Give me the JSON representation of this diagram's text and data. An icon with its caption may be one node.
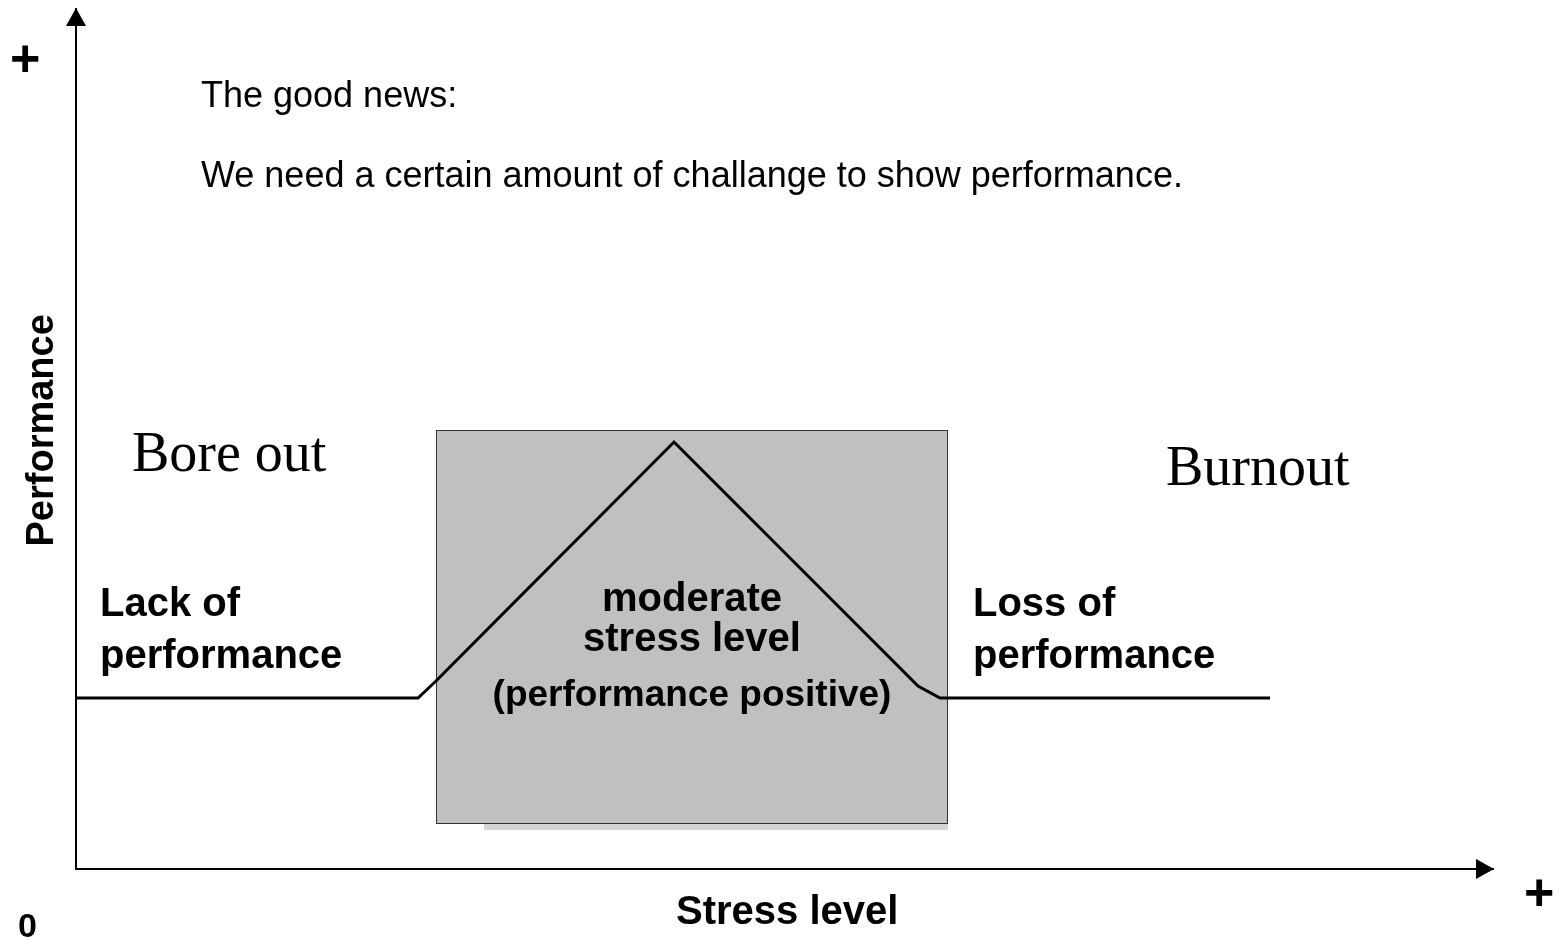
{
  "diagram": {
    "nodes": [
      {
        "text": [
          "moderate stress level",
          "(performance positive)"
        ]
      }
    ],
    "labels": [
      "+",
      "The good news:",
      "We need a certain amount of challange to show performance.",
      "Performance",
      "Bore out",
      "Burnout",
      "Lack of performance",
      "Loss of performance",
      "0",
      "Stress level",
      "+"
    ]
  }
}
